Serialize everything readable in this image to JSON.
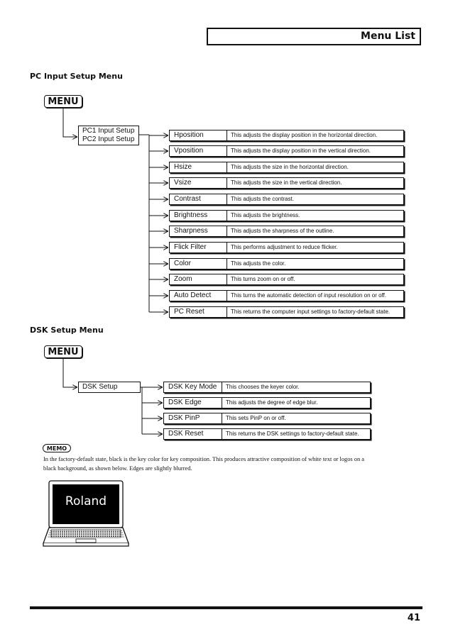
{
  "header": {
    "title": "Menu List"
  },
  "pc_section": {
    "heading": "PC Input Setup Menu",
    "menu_label": "MENU",
    "source_lines": [
      "PC1 Input Setup",
      "PC2 Input Setup"
    ],
    "items": [
      {
        "name": "Hposition",
        "desc": "This adjusts the display position in the horizontal direction."
      },
      {
        "name": "Vposition",
        "desc": "This adjusts the display position in the vertical direction."
      },
      {
        "name": "Hsize",
        "desc": "This adjusts the size in the horizontal direction."
      },
      {
        "name": "Vsize",
        "desc": "This adjusts the size in the vertical direction."
      },
      {
        "name": "Contrast",
        "desc": "This adjusts the contrast."
      },
      {
        "name": "Brightness",
        "desc": "This adjusts the brightness."
      },
      {
        "name": "Sharpness",
        "desc": "This adjusts the sharpness of the outline."
      },
      {
        "name": "Flick Filter",
        "desc": "This performs adjustment to reduce flicker."
      },
      {
        "name": "Color",
        "desc": "This adjusts the color."
      },
      {
        "name": "Zoom",
        "desc": "This turns zoom on or off."
      },
      {
        "name": "Auto Detect",
        "desc": "This turns the automatic detection of input resolution on or off."
      },
      {
        "name": "PC Reset",
        "desc": "This returns the computer input settings to factory-default state."
      }
    ]
  },
  "dsk_section": {
    "heading": "DSK Setup Menu",
    "menu_label": "MENU",
    "source_label": "DSK Setup",
    "items": [
      {
        "name": "DSK Key Mode",
        "desc": "This chooses the keyer color."
      },
      {
        "name": "DSK Edge",
        "desc": "This adjusts the degree of edge blur."
      },
      {
        "name": "DSK PinP",
        "desc": "This sets PinP on or off."
      },
      {
        "name": "DSK Reset",
        "desc": "This returns the DSK settings to factory-default state."
      }
    ]
  },
  "memo": {
    "badge": "MEMO",
    "text_line1": "In the factory-default state, black is the key color for key composition. This produces attractive composition of white text or logos on a",
    "text_line2": "black background, as shown below. Edges are slightly blurred."
  },
  "laptop": {
    "screen_text": "Roland",
    "screen_color": "#000000"
  },
  "footer": {
    "page_number": "41"
  }
}
